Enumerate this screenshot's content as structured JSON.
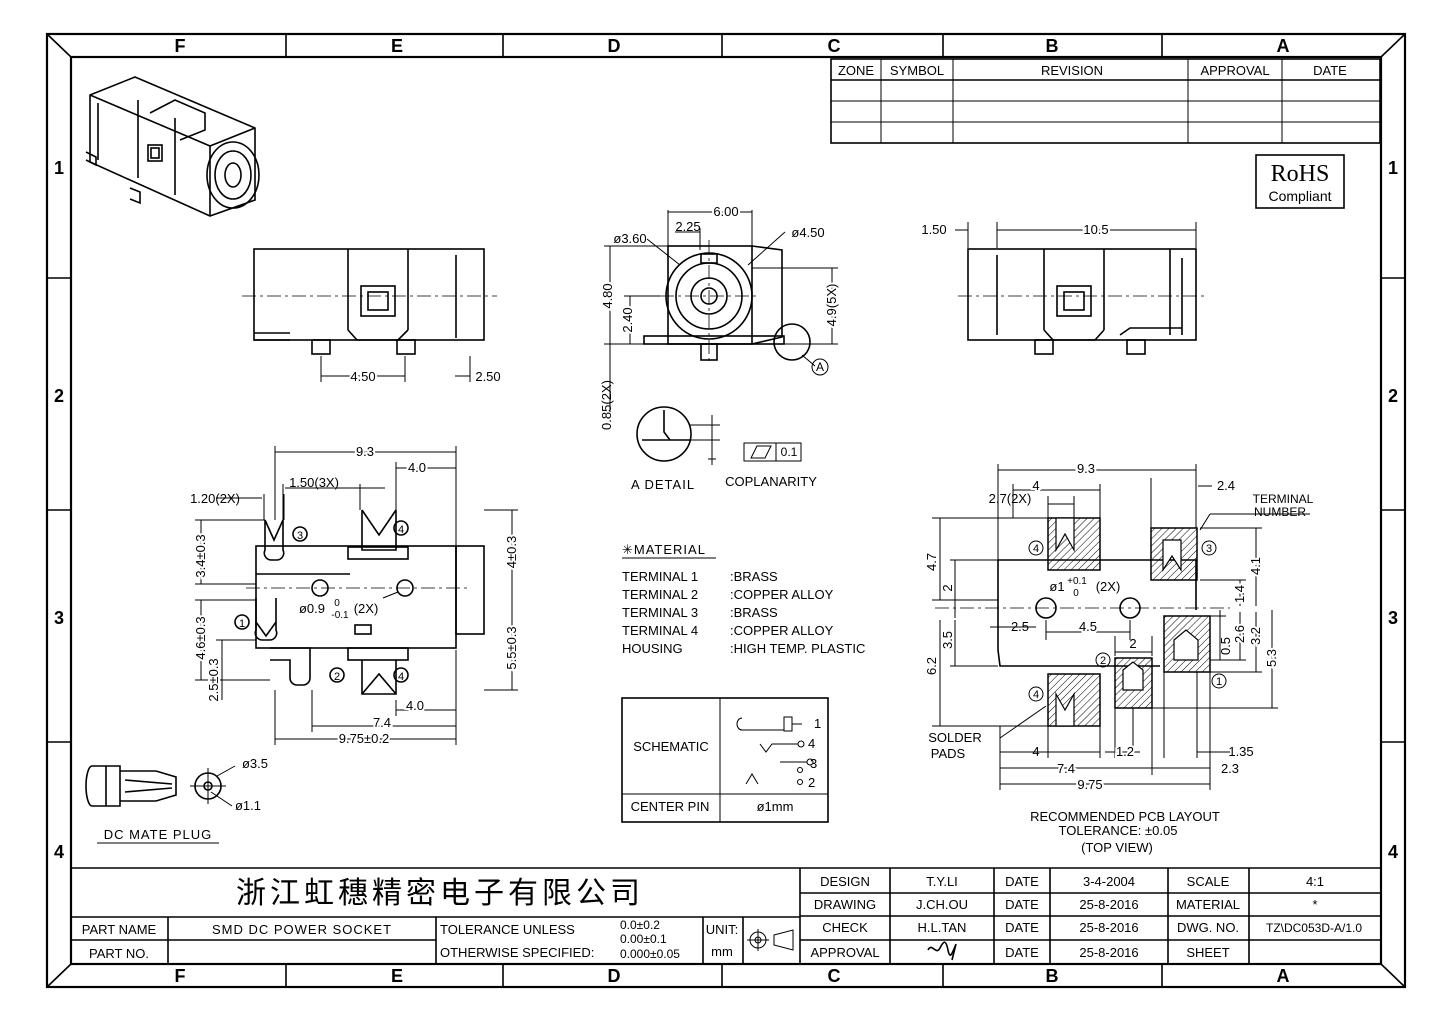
{
  "zones": {
    "columns": [
      "F",
      "E",
      "D",
      "C",
      "B",
      "A"
    ],
    "rows": [
      "1",
      "2",
      "3",
      "4"
    ]
  },
  "revision_table": {
    "headers": [
      "ZONE",
      "SYMBOL",
      "REVISION",
      "APPROVAL",
      "DATE"
    ]
  },
  "rohs": {
    "title": "RoHS",
    "subtitle": "Compliant"
  },
  "side_view_left": {
    "dim_450": "4.50",
    "dim_250": "2.50"
  },
  "front_view": {
    "width": "6.00",
    "d_225": "2.25",
    "d_360": "ø3.60",
    "d_450": "ø4.50",
    "h_480": "4.80",
    "h_240": "2.40",
    "h_49": "4.9(5X)",
    "h_085": "0.85(2X)",
    "detail_tag": "A"
  },
  "side_view_right": {
    "d_150": "1.50",
    "d_105": "10.5"
  },
  "detail": {
    "label": "A DETAIL",
    "coplanarity": "COPLANARITY",
    "tol": "0.1"
  },
  "bottom_view": {
    "d_93": "9.3",
    "d_40a": "4.0",
    "d_150_3x": "1.50(3X)",
    "d_120_2x": "1.20(2X)",
    "d_34": "3.4±0.3",
    "d_46": "4.6±0.3",
    "d_25": "2.5±0.3",
    "d_4": "4±0.3",
    "d_55": "5.5±0.3",
    "d_40b": "4.0",
    "d_74": "7.4",
    "d_975": "9.75±0.2",
    "hole": "ø0.9",
    "hole_tol_top": "0",
    "hole_tol_bot": "-0.1",
    "hole_count": "(2X)",
    "terminals": [
      "1",
      "2",
      "3",
      "4"
    ]
  },
  "plug": {
    "title": "DC MATE PLUG",
    "d_35": "ø3.5",
    "d_11": "ø1.1"
  },
  "material": {
    "title": "✳MATERIAL",
    "rows": [
      {
        "name": "TERMINAL 1",
        "value": ":BRASS"
      },
      {
        "name": "TERMINAL 2",
        "value": ":COPPER ALLOY"
      },
      {
        "name": "TERMINAL 3",
        "value": ":BRASS"
      },
      {
        "name": "TERMINAL 4",
        "value": ":COPPER ALLOY"
      },
      {
        "name": "HOUSING",
        "value": ":HIGH TEMP. PLASTIC"
      }
    ]
  },
  "schematic": {
    "label": "SCHEMATIC",
    "center_pin_label": "CENTER PIN",
    "center_pin_value": "ø1mm",
    "pins": [
      "1",
      "4",
      "3",
      "2"
    ]
  },
  "pcb_layout": {
    "d_93": "9.3",
    "d_4a": "4",
    "d_24": "2.4",
    "d_27": "2.7(2X)",
    "terminal_number": [
      "TERMINAL",
      "NUMBER"
    ],
    "d_47": "4.7",
    "d_2a": "2",
    "d_41": "4.1",
    "d_14": "1.4",
    "hole": "ø1",
    "hole_tol_top": "+0.1",
    "hole_tol_bot": "0",
    "hole_count": "(2X)",
    "d_25": "2.5",
    "d_45": "4.5",
    "d_2b": "2",
    "d_05": "0.5",
    "d_26": "2.6",
    "d_32": "3.2",
    "d_53": "5.3",
    "d_35": "3.5",
    "d_62": "6.2",
    "solder_pads": [
      "SOLDER",
      "PADS"
    ],
    "d_4b": "4",
    "d_12": "1.2",
    "d_135": "1.35",
    "d_74": "7.4",
    "d_23": "2.3",
    "d_975": "9.75",
    "caption": [
      "RECOMMENDED PCB LAYOUT",
      "TOLERANCE: ±0.05",
      "(TOP VIEW)"
    ],
    "terminals": [
      "1",
      "2",
      "3",
      "4"
    ]
  },
  "title_block": {
    "company": "浙江虹穗精密电子有限公司",
    "part_name_label": "PART NAME",
    "part_name": "SMD DC POWER SOCKET",
    "part_no_label": "PART NO.",
    "tolerance_label": [
      "TOLERANCE UNLESS",
      "OTHERWISE SPECIFIED:"
    ],
    "tolerance_values": [
      "0.0±0.2",
      "0.00±0.1",
      "0.000±0.05"
    ],
    "unit_label": "UNIT:",
    "unit_value": "mm",
    "rows": [
      {
        "role": "DESIGN",
        "name": "T.Y.LI",
        "date_label": "DATE",
        "date": "3-4-2004",
        "k": "SCALE",
        "v": "4:1"
      },
      {
        "role": "DRAWING",
        "name": "J.CH.OU",
        "date_label": "DATE",
        "date": "25-8-2016",
        "k": "MATERIAL",
        "v": "*"
      },
      {
        "role": "CHECK",
        "name": "H.L.TAN",
        "date_label": "DATE",
        "date": "25-8-2016",
        "k": "DWG. NO.",
        "v": "TZ\\DC053D-A/1.0"
      },
      {
        "role": "APPROVAL",
        "name": "",
        "date_label": "DATE",
        "date": "25-8-2016",
        "k": "SHEET",
        "v": ""
      }
    ]
  }
}
